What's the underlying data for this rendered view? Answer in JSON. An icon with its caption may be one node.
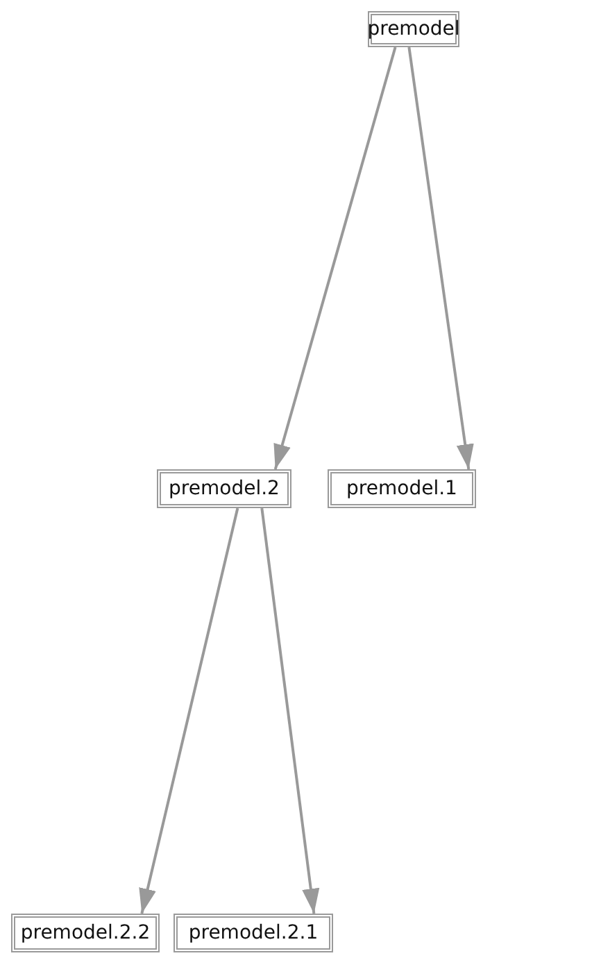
{
  "diagram": {
    "nodes": [
      {
        "text": [
          "premodel"
        ]
      },
      {
        "text": [
          "premodel.2"
        ]
      },
      {
        "text": [
          "premodel.1"
        ]
      },
      {
        "text": [
          "premodel.2.2"
        ]
      },
      {
        "text": [
          "premodel.2.1"
        ]
      }
    ],
    "edges": [
      {
        "from": 0,
        "to": 1,
        "arrow": "to"
      },
      {
        "from": 0,
        "to": 2,
        "arrow": "to"
      },
      {
        "from": 1,
        "to": 3,
        "arrow": "to"
      },
      {
        "from": 1,
        "to": 4,
        "arrow": "to"
      }
    ]
  }
}
